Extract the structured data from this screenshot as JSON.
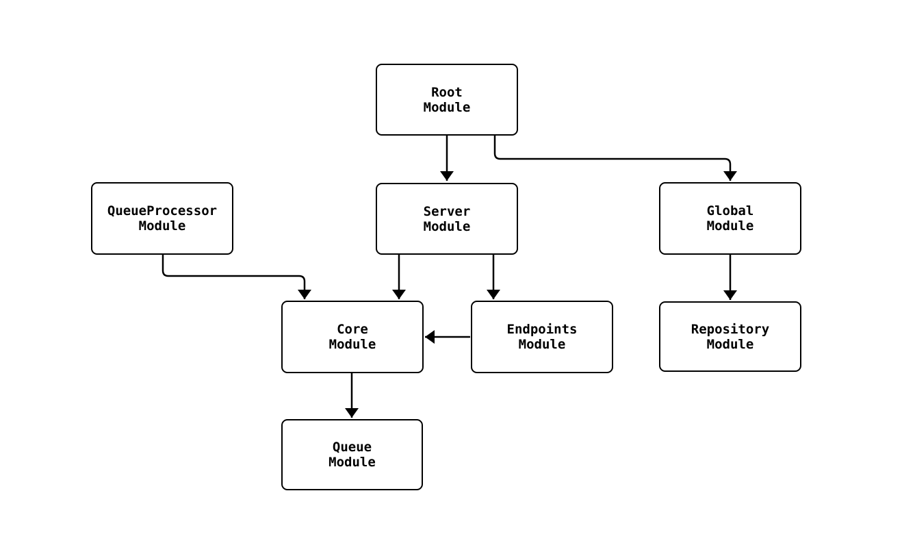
{
  "diagram": {
    "background_color": "#ffffff",
    "node_border_color": "#000000",
    "node_fill_color": "#ffffff",
    "edge_color": "#000000",
    "text_color": "#000000",
    "nodes": [
      {
        "id": "root",
        "line1": "Root",
        "line2": "Module"
      },
      {
        "id": "queueprocessor",
        "line1": "QueueProcessor",
        "line2": "Module"
      },
      {
        "id": "server",
        "line1": "Server",
        "line2": "Module"
      },
      {
        "id": "global",
        "line1": "Global",
        "line2": "Module"
      },
      {
        "id": "core",
        "line1": "Core",
        "line2": "Module"
      },
      {
        "id": "endpoints",
        "line1": "Endpoints",
        "line2": "Module"
      },
      {
        "id": "repository",
        "line1": "Repository",
        "line2": "Module"
      },
      {
        "id": "queue",
        "line1": "Queue",
        "line2": "Module"
      }
    ],
    "edges": [
      {
        "from": "Root Module",
        "to": "Server Module"
      },
      {
        "from": "Root Module",
        "to": "Global Module"
      },
      {
        "from": "QueueProcessor Module",
        "to": "Core Module"
      },
      {
        "from": "Server Module",
        "to": "Core Module"
      },
      {
        "from": "Server Module",
        "to": "Endpoints Module"
      },
      {
        "from": "Endpoints Module",
        "to": "Core Module"
      },
      {
        "from": "Global Module",
        "to": "Repository Module"
      },
      {
        "from": "Core Module",
        "to": "Queue Module"
      }
    ]
  }
}
